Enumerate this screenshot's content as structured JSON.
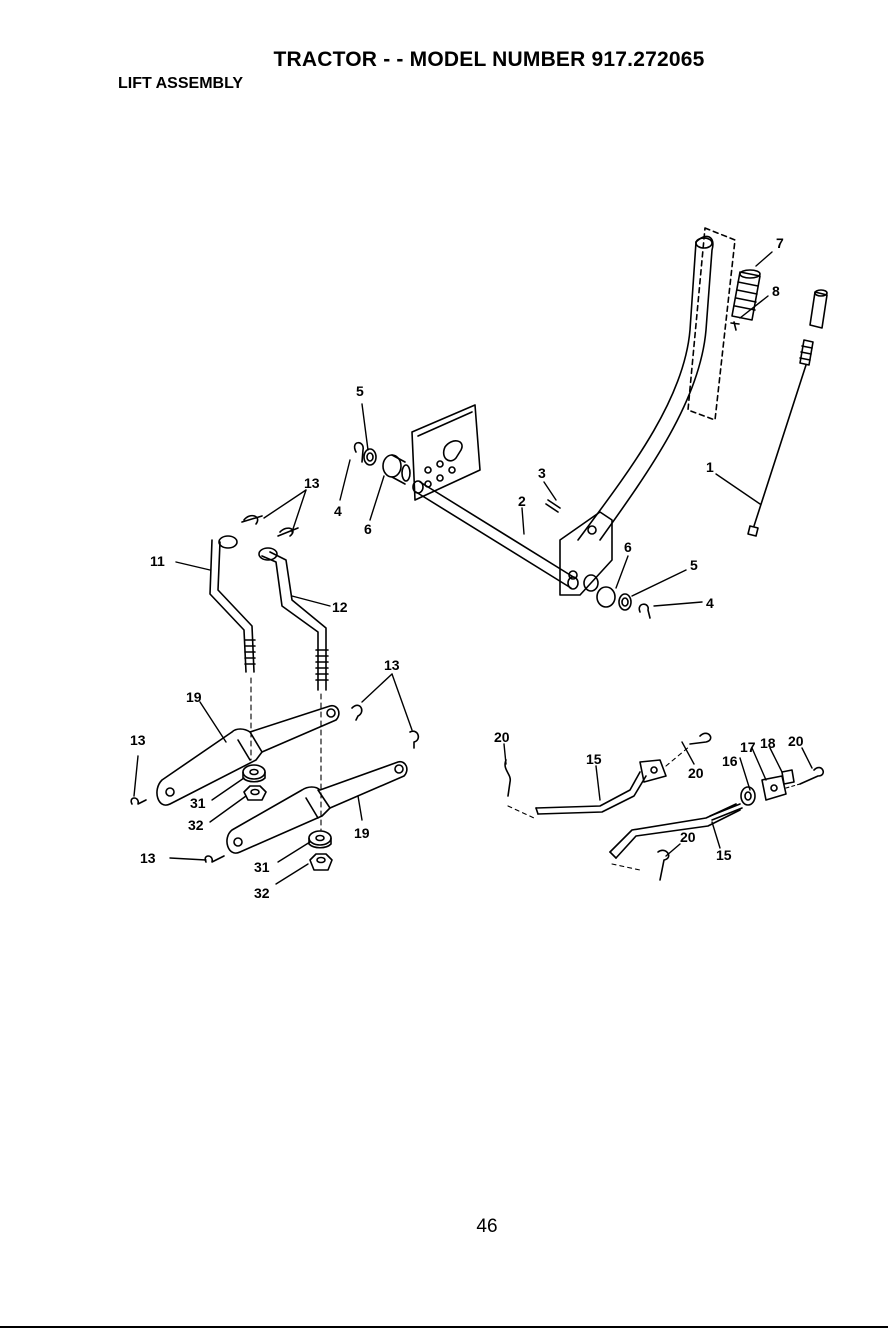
{
  "header": {
    "title": "TRACTOR - - MODEL NUMBER 917.272065",
    "section": "LIFT ASSEMBLY"
  },
  "callouts": {
    "c1": "1",
    "c2": "2",
    "c3": "3",
    "c4a": "4",
    "c4b": "4",
    "c5a": "5",
    "c5b": "5",
    "c6a": "6",
    "c6b": "6",
    "c7": "7",
    "c8": "8",
    "c11": "11",
    "c12": "12",
    "c13a": "13",
    "c13b": "13",
    "c13c": "13",
    "c13d": "13",
    "c15a": "15",
    "c15b": "15",
    "c16": "16",
    "c17": "17",
    "c18": "18",
    "c19a": "19",
    "c19b": "19",
    "c20a": "20",
    "c20b": "20",
    "c20c": "20",
    "c20d": "20",
    "c31a": "31",
    "c31b": "31",
    "c32a": "32",
    "c32b": "32"
  },
  "footer": {
    "page_number": "46"
  }
}
